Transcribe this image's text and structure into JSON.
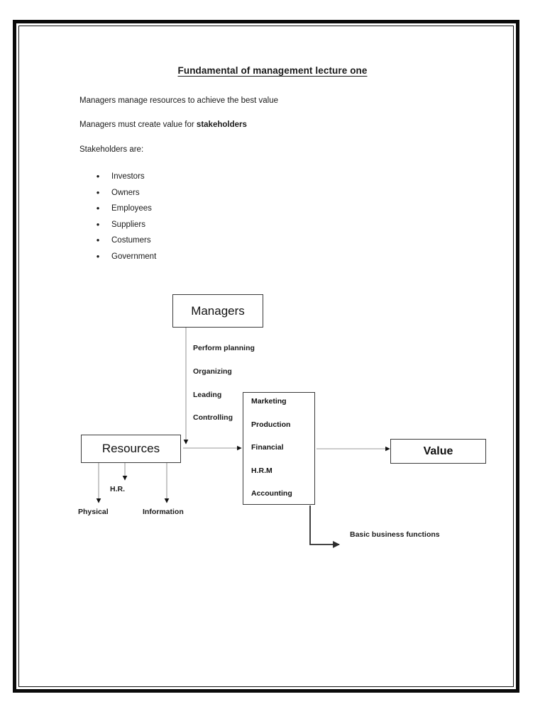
{
  "document": {
    "title": "Fundamental of management lecture one",
    "paragraphs": [
      "Managers manage resources to achieve the best value",
      "Managers must create value for ",
      "Stakeholders are:"
    ],
    "paragraph_2_bold": "stakeholders",
    "stakeholders_heading": "Stakeholders are:",
    "stakeholders": [
      "Investors",
      "Owners",
      "Employees",
      "Suppliers",
      "Costumers",
      "Government"
    ],
    "bullet_glyph": "•"
  },
  "diagram": {
    "boxes": {
      "managers": "Managers",
      "resources": "Resources",
      "value": "Value"
    },
    "management_functions": [
      "Perform planning",
      "Organizing",
      "Leading",
      "Controlling"
    ],
    "business_functions": [
      "Marketing",
      "Production",
      "Financial",
      "H.R.M",
      "Accounting"
    ],
    "resource_types": {
      "physical": "Physical",
      "human": "H.R.",
      "information": "Information"
    },
    "annotation": "Basic business functions"
  },
  "colors": {
    "page_border": "#0a0a0a",
    "box_border": "#3a3a3a",
    "text": "#1a1a1a",
    "connector": "#8a8a8a",
    "connector_dark": "#4a4a4a"
  }
}
